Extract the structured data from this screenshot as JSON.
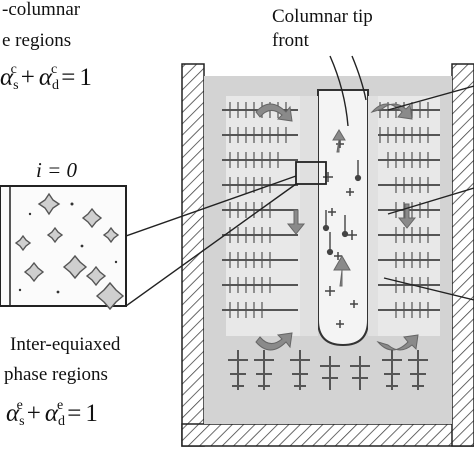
{
  "labels": {
    "inter_columnar_title_1": "-columnar",
    "inter_columnar_title_2": "e regions",
    "columnar_tip_1": "Columnar tip",
    "columnar_tip_2": "front",
    "inset_index": "i = 0",
    "inter_equiaxed_1": "Inter-equiaxed",
    "inter_equiaxed_2": "phase regions"
  },
  "equations": {
    "columnar": {
      "lead": "α",
      "sub1": "s",
      "sup1": "c",
      "plus": "+",
      "sym2": "α",
      "sub2": "d",
      "sup2": "c",
      "eq": "=",
      "rhs": "1"
    },
    "equiaxed": {
      "sym1": "α",
      "sub1": "s",
      "sup1": "e",
      "plus": "+",
      "sym2": "α",
      "sub2": "d",
      "sup2": "e",
      "eq": "=",
      "rhs": "1"
    }
  },
  "colors": {
    "mold_fill": "#d6d6d6",
    "hatch": "#444444",
    "channel": "#f2f2f2",
    "dendrite": "#555555",
    "arrow": "#8a8a8a"
  }
}
